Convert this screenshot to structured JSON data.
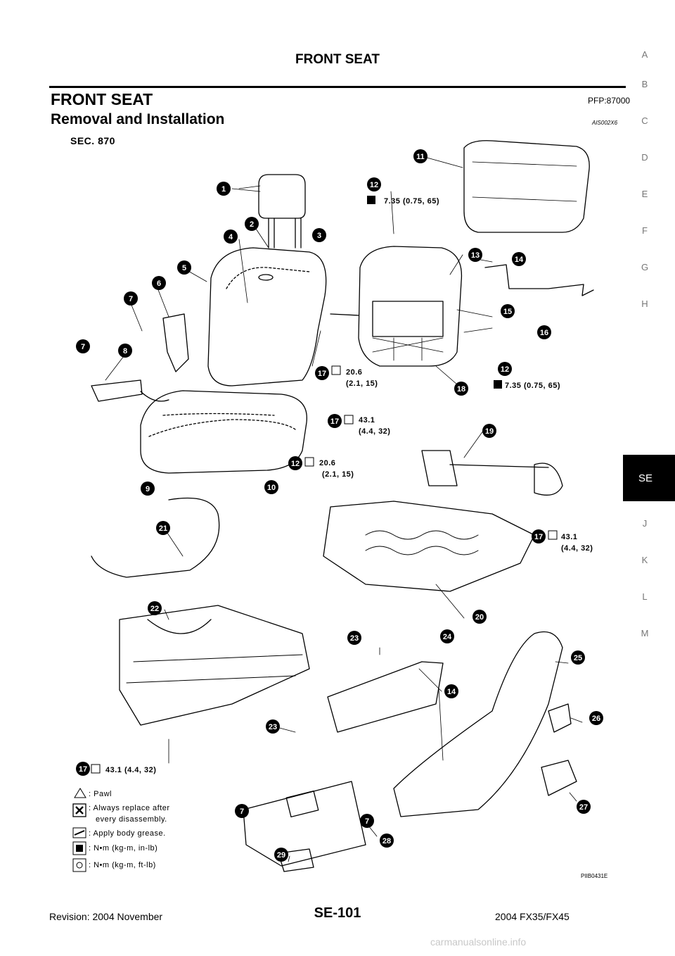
{
  "header": {
    "title": "FRONT SEAT"
  },
  "section": {
    "title": "FRONT SEAT",
    "pfp": "PFP:87000"
  },
  "subsection": {
    "title": "Removal and Installation",
    "code": "AIS002X6"
  },
  "figure": {
    "sec": "SEC. 870",
    "code": "PIIB0431E",
    "callouts": [
      "1",
      "2",
      "3",
      "4",
      "5",
      "6",
      "7",
      "7",
      "7",
      "7",
      "8",
      "9",
      "10",
      "11",
      "12",
      "12",
      "12",
      "13",
      "14",
      "14",
      "15",
      "16",
      "17",
      "17",
      "17",
      "17",
      "18",
      "19",
      "20",
      "21",
      "22",
      "23",
      "23",
      "24",
      "25",
      "26",
      "27",
      "28",
      "29"
    ],
    "torques": [
      {
        "line1": "7.35 (0.75, 65)"
      },
      {
        "line1": "7.35 (0.75, 65)"
      },
      {
        "line1": "20.6",
        "line2": "(2.1, 15)"
      },
      {
        "line1": "43.1",
        "line2": "(4.4, 32)"
      },
      {
        "line1": "20.6",
        "line2": "(2.1, 15)"
      },
      {
        "line1": "43.1",
        "line2": "(4.4, 32)"
      },
      {
        "line1": "43.1 (4.4, 32)"
      }
    ],
    "legend": [
      {
        "icon": "pawl-icon",
        "text": ": Pawl"
      },
      {
        "icon": "replace-icon",
        "text": ": Always replace after",
        "text2": "every disassembly."
      },
      {
        "icon": "grease-icon",
        "text": ": Apply body grease."
      },
      {
        "icon": "torque-inlb-icon",
        "text": ": N•m  (kg-m,  in-lb)"
      },
      {
        "icon": "torque-ftlb-icon",
        "text": ": N•m  (kg-m,  ft-lb)"
      }
    ]
  },
  "side_nav": {
    "letters": [
      "A",
      "B",
      "C",
      "D",
      "E",
      "F",
      "G",
      "H",
      "SE",
      "J",
      "K",
      "L",
      "M"
    ],
    "active": "SE"
  },
  "footer": {
    "revision": "Revision: 2004 November",
    "page": "SE-101",
    "model": "2004 FX35/FX45"
  },
  "watermark": "carmanualsonline.info"
}
